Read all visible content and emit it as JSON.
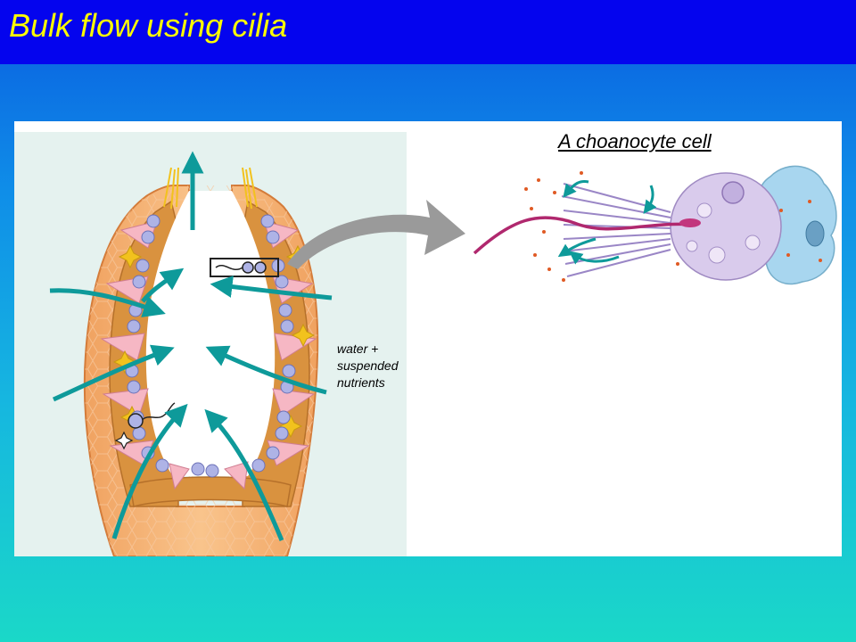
{
  "slide": {
    "title": "Bulk flow using cilia",
    "background_top": "#0a5ce0",
    "background_bottom": "#1ad8c8",
    "title_bar_color": "#0404ee",
    "title_color": "#ffff00"
  },
  "figure": {
    "choanocyte_label": "A choanocyte cell",
    "water_label": [
      "water +",
      "suspended",
      "nutrients"
    ],
    "flow_arrow_color": "#0e9a9a",
    "connector_arrow_color": "#9a9a9a"
  }
}
